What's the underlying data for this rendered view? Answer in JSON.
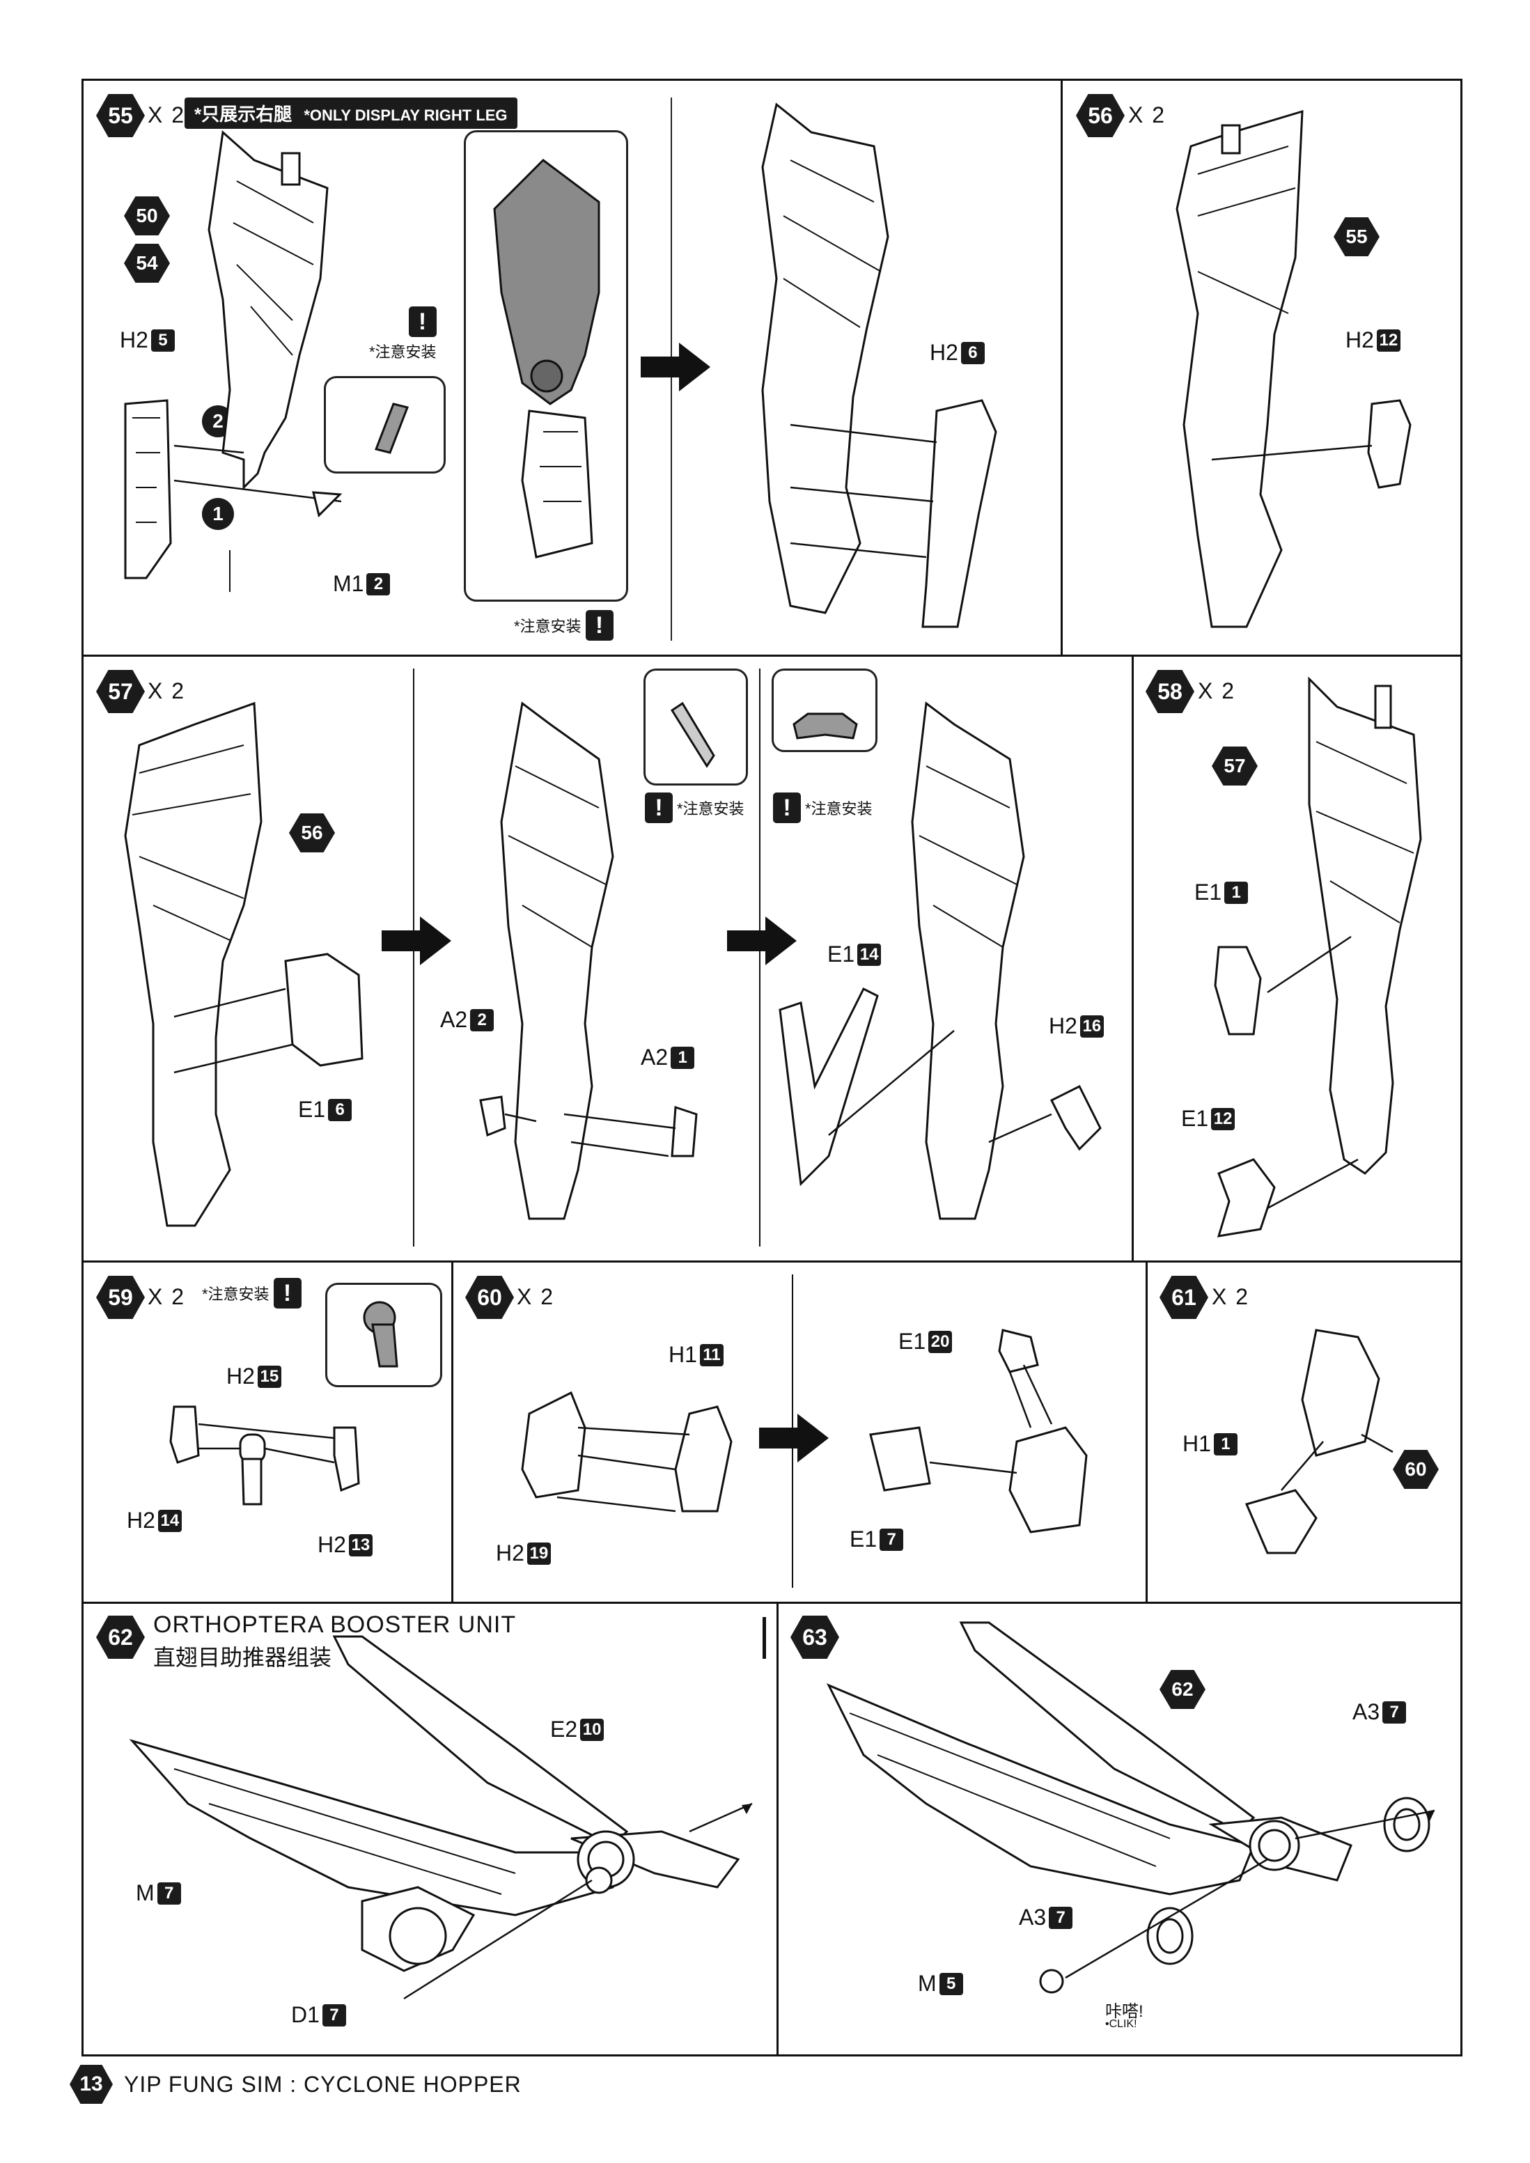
{
  "steps": {
    "s55": {
      "num": "55",
      "mult": "X 2",
      "note_cn": "*只展示右腿",
      "note_en": "*ONLY DISPLAY RIGHT LEG",
      "refs": [
        "50",
        "54"
      ],
      "circles": [
        "2",
        "1"
      ],
      "parts": [
        {
          "code": "H2",
          "num": "5"
        },
        {
          "code": "M1",
          "num": "2"
        },
        {
          "code": "H2",
          "num": "6"
        }
      ],
      "caution": "*注意安装",
      "caution2": "*注意安装",
      "bang": "!"
    },
    "s56": {
      "num": "56",
      "mult": "X 2",
      "ref": "55",
      "parts": [
        {
          "code": "H2",
          "num": "12"
        }
      ]
    },
    "s57": {
      "num": "57",
      "mult": "X 2",
      "ref": "56",
      "parts": [
        {
          "code": "E1",
          "num": "6"
        },
        {
          "code": "A2",
          "num": "2"
        },
        {
          "code": "A2",
          "num": "1"
        },
        {
          "code": "E1",
          "num": "14"
        },
        {
          "code": "H2",
          "num": "16"
        }
      ],
      "caution_a": "*注意安装",
      "caution_b": "*注意安装"
    },
    "s58": {
      "num": "58",
      "mult": "X 2",
      "ref": "57",
      "parts": [
        {
          "code": "E1",
          "num": "1"
        },
        {
          "code": "E1",
          "num": "12"
        }
      ]
    },
    "s59": {
      "num": "59",
      "mult": "X 2",
      "caution": "*注意安装",
      "parts": [
        {
          "code": "H2",
          "num": "15"
        },
        {
          "code": "H2",
          "num": "14"
        },
        {
          "code": "H2",
          "num": "13"
        }
      ]
    },
    "s60": {
      "num": "60",
      "mult": "X 2",
      "parts": [
        {
          "code": "H1",
          "num": "11"
        },
        {
          "code": "H2",
          "num": "19"
        },
        {
          "code": "E1",
          "num": "20"
        },
        {
          "code": "E1",
          "num": "7"
        }
      ]
    },
    "s61": {
      "num": "61",
      "mult": "X 2",
      "ref": "60",
      "parts": [
        {
          "code": "H1",
          "num": "1"
        }
      ]
    },
    "s62": {
      "num": "62",
      "title_en": "ORTHOPTERA BOOSTER UNIT",
      "title_cn": "直翅目助推器组装",
      "parts": [
        {
          "code": "E2",
          "num": "10"
        },
        {
          "code": "M",
          "num": "7"
        },
        {
          "code": "D1",
          "num": "7"
        }
      ]
    },
    "s63": {
      "num": "63",
      "ref": "62",
      "parts": [
        {
          "code": "A3",
          "num": "7"
        },
        {
          "code": "A3",
          "num": "7"
        },
        {
          "code": "M",
          "num": "5"
        }
      ],
      "click_cn": "咔嗒!",
      "click_en": "•CLIK!"
    }
  },
  "footer": {
    "page": "13",
    "text": "YIP FUNG SIM : CYCLONE HOPPER"
  }
}
